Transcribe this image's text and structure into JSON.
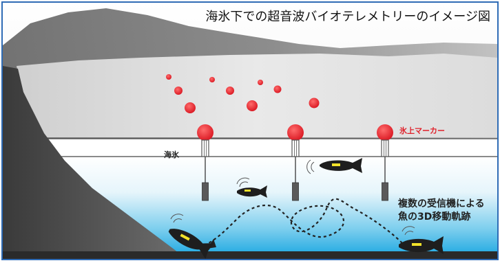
{
  "title": "海氷下での超音波バイオテレメトリーのイメージ図",
  "labels": {
    "sea_ice": "海氷",
    "ice_marker": "氷上マーカー",
    "tracking_line1": "複数の受信機による",
    "tracking_line2": "魚の3D移動軌跡"
  },
  "colors": {
    "frame_border": "#2e6bb5",
    "marker_red": "#e0202a",
    "water_blue": "#1aa7e0",
    "mountain_gray": "#5d5d5d",
    "fish_tag_yellow": "#f2e22a"
  },
  "icons": [
    "red-marker-bubble",
    "receiver-icon",
    "fish-icon",
    "sound-wave-icon"
  ]
}
